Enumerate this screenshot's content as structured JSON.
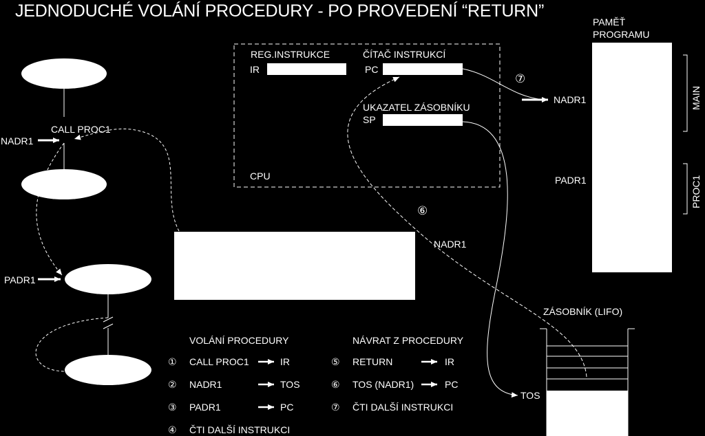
{
  "title": "JEDNODUCHÉ VOLÁNÍ PROCEDURY - PO PROVEDENÍ “RETURN”",
  "cpu": {
    "label": "CPU",
    "ir_group_label": "REG.INSTRUKCE",
    "ir_label": "IR",
    "pc_group_label": "ČÍTAČ INSTRUKCÍ",
    "pc_label": "PC",
    "sp_group_label": "UKAZATEL ZÁSOBNÍKU",
    "sp_label": "SP"
  },
  "flow": {
    "call_label": "CALL PROC1",
    "nadr1_label": "NADR1",
    "padr1_label": "PADR1"
  },
  "memory": {
    "title_line1": "PAMĚŤ",
    "title_line2": "PROGRAMU",
    "nadr1_label": "NADR1",
    "padr1_label": "PADR1",
    "main_label": "MAIN",
    "proc_label": "PROC1"
  },
  "stack": {
    "title": "ZÁSOBNÍK (LIFO)",
    "tos_label": "TOS",
    "arrow_value_label": "NADR1"
  },
  "markers": {
    "step6": "⑥",
    "step7": "⑦"
  },
  "legend": {
    "call_title": "VOLÁNÍ PROCEDURY",
    "return_title": "NÁVRAT Z PROCEDURY",
    "call_steps": [
      {
        "num": "①",
        "text": "CALL PROC1",
        "target": "IR"
      },
      {
        "num": "②",
        "text": "NADR1",
        "target": "TOS"
      },
      {
        "num": "③",
        "text": "PADR1",
        "target": "PC"
      },
      {
        "num": "④",
        "text": "ČTI DALŠÍ INSTRUKCI",
        "target": ""
      }
    ],
    "return_steps": [
      {
        "num": "⑤",
        "text": "RETURN",
        "target": "IR"
      },
      {
        "num": "⑥",
        "text": "TOS (NADR1)",
        "target": "PC"
      },
      {
        "num": "⑦",
        "text": "ČTI DALŠÍ INSTRUKCI",
        "target": ""
      }
    ]
  }
}
